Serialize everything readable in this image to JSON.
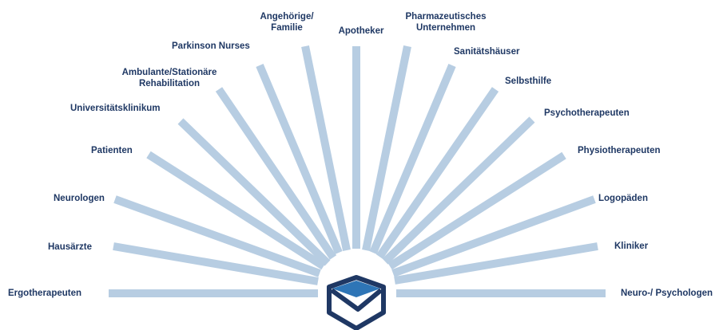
{
  "diagram": {
    "stakeholders": [
      "Ergotherapeuten",
      "Hausärzte",
      "Neurologen",
      "Patienten",
      "Universitätsklinikum",
      "Ambulante/Stationäre\nRehabilitation",
      "Parkinson Nurses",
      "Angehörige/\nFamilie",
      "Apotheker",
      "Pharmazeutisches\nUnternehmen",
      "Sanitätshäuser",
      "Selbsthilfe",
      "Psychotherapeuten",
      "Physiotherapeuten",
      "Logopäden",
      "Kliniker",
      "Neuro-/ Psychologen"
    ],
    "colors": {
      "ray": "#b7cde2",
      "label": "#1f3864",
      "logo_dark": "#1f3864",
      "logo_light": "#2e75b6"
    },
    "center_icon": "network-logo-icon"
  }
}
